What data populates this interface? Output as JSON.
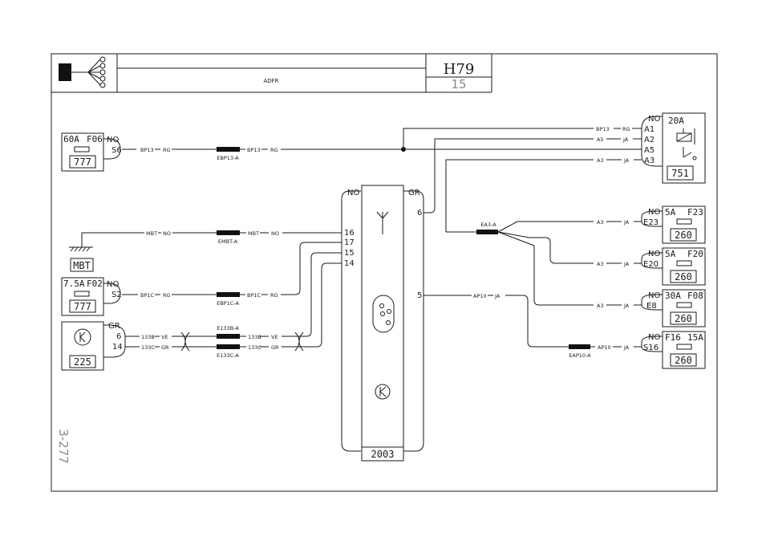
{
  "header": {
    "title": "ADFR",
    "sheet_code": "H79",
    "sheet_number": "15"
  },
  "page_ref": "3-277",
  "components": {
    "fuse_f06": {
      "rating": "60A",
      "id": "F06",
      "pin_color": "NO",
      "pin": "S6",
      "code": "777"
    },
    "fuse_f02": {
      "rating": "7.5A",
      "id": "F02",
      "pin_color": "NO",
      "pin": "S2",
      "code": "777"
    },
    "mbt": {
      "label": "MBT"
    },
    "comp_225": {
      "pin_color": "GR",
      "pin_a": "6",
      "pin_b": "14",
      "code": "225"
    },
    "ecu_2003": {
      "left_color": "NO",
      "right_color": "GR",
      "pins_left": [
        "16",
        "17",
        "15",
        "14"
      ],
      "pin_6": "6",
      "pin_5": "5",
      "code": "2003"
    },
    "relay_751": {
      "pin_color": "NO",
      "rating": "20A",
      "pins": [
        "A1",
        "A2",
        "A5",
        "A3"
      ],
      "code": "751"
    },
    "fuse_f23": {
      "pin_color": "NO",
      "rating": "5A",
      "id": "F23",
      "pin": "E23",
      "code": "260"
    },
    "fuse_f20": {
      "pin_color": "NO",
      "rating": "5A",
      "id": "F20",
      "pin": "E20",
      "code": "260"
    },
    "fuse_f08": {
      "pin_color": "NO",
      "rating": "30A",
      "id": "F08",
      "pin": "E8",
      "code": "260"
    },
    "fuse_f16": {
      "pin_color": "NO",
      "rating": "15A",
      "id": "F16",
      "pin": "S16",
      "code": "260"
    }
  },
  "wires": {
    "bp13_left": "BP13",
    "bp13_color": "RG",
    "bp13_right": "BP13",
    "mbt_left": "MBT",
    "mbt_right": "MBT",
    "mbt_color": "NO",
    "bp1c_left": "BP1C",
    "bp1c_right": "BP1C",
    "bp1c_color": "RG",
    "w133b_left": "133B",
    "w133b_right": "133B",
    "w133b_color": "VE",
    "w133c_left": "133C",
    "w133c_right": "133C",
    "w133c_color": "GR",
    "bp13_top": "BP13",
    "bp13_top_color": "RG",
    "a5": "A5",
    "a5_color": "JA",
    "a3": "A3",
    "a3_color": "JA",
    "ap10_left": "AP10",
    "ap10_right": "AP10",
    "ap10_color": "JA"
  },
  "splices": {
    "ebp13": "EBP13-A",
    "embt": "EMBT-A",
    "ebp1c": "EBP1C-A",
    "e133b": "E133B-A",
    "e133c": "E133C-A",
    "ea3": "EA3-A",
    "eap10": "EAP10-A"
  }
}
